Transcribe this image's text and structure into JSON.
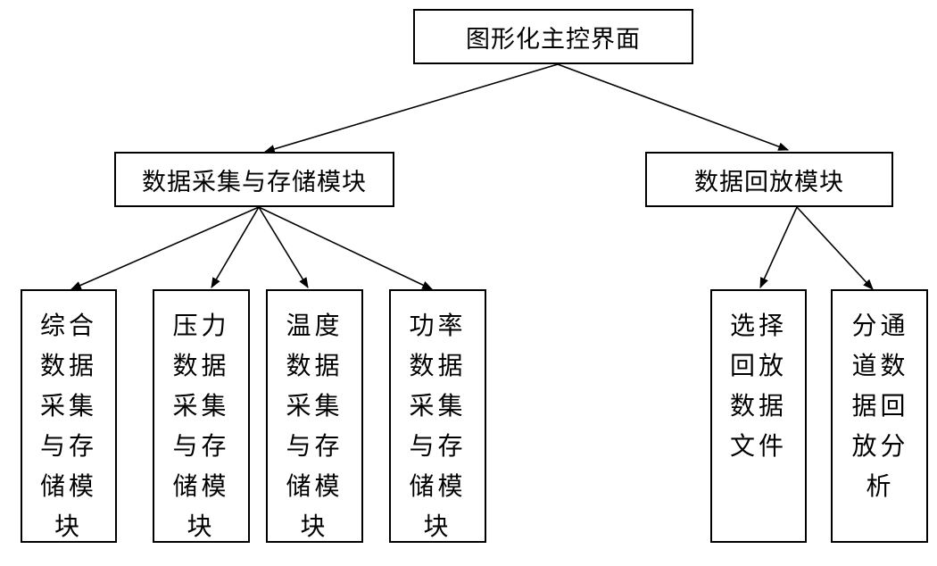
{
  "root": {
    "label": "图形化主控界面"
  },
  "modules": [
    {
      "label": "数据采集与存储模块",
      "children": [
        {
          "label": "综合数据采集与存储模块"
        },
        {
          "label": "压力数据采集与存储模块"
        },
        {
          "label": "温度数据采集与存储模块"
        },
        {
          "label": "功率数据采集与存储模块"
        }
      ]
    },
    {
      "label": "数据回放模块",
      "children": [
        {
          "label": "选择回放数据文件"
        },
        {
          "label": "分通道数据回放分析"
        }
      ]
    }
  ],
  "colors": {
    "line": "#000000",
    "box_fill": "#ffffff",
    "background": "#ffffff"
  }
}
